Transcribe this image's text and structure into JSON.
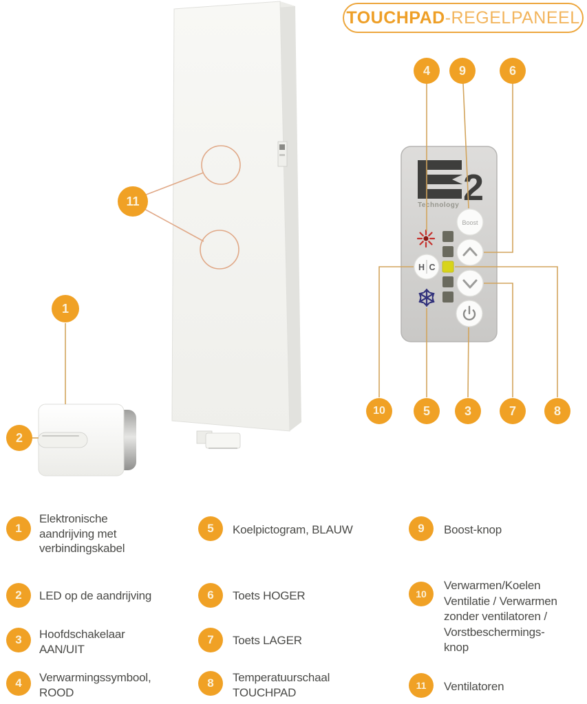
{
  "title": {
    "part_bold": "TOUCHPAD",
    "part_rest": "-REGELPANEEL"
  },
  "colors": {
    "accent_orange": "#F0A125",
    "callout_line": "#D2A45C",
    "fan_circle_stroke": "#E0A887",
    "led_yellow": "#D8D41A",
    "led_dark": "#6A6A5E",
    "heat_red": "#C5302C",
    "cool_blue": "#31317B",
    "legend_text": "#4A4A47",
    "panel_gray": "#D4D3D1"
  },
  "icons": {
    "heating": "sun-icon",
    "cooling": "snowflake-icon",
    "power": "power-icon",
    "up": "chevron-up-icon",
    "down": "chevron-down-icon",
    "fans": "fan-circle"
  },
  "touchpad": {
    "logo_number": "2",
    "logo_subtext": "Technology",
    "boost_label": "Boost",
    "hc_left": "H",
    "hc_right": "C"
  },
  "callouts": {
    "n1": "1",
    "n2": "2",
    "n3": "3",
    "n4": "4",
    "n5": "5",
    "n6": "6",
    "n7": "7",
    "n8": "8",
    "n9": "9",
    "n10": "10",
    "n11": "11"
  },
  "legend": {
    "items": [
      {
        "number": "1",
        "lines": [
          "Elektronische",
          "aandrijving met",
          "verbindingskabel"
        ]
      },
      {
        "number": "2",
        "lines": [
          "LED op de aandrijving"
        ]
      },
      {
        "number": "3",
        "lines": [
          "Hoofdschakelaar",
          "AAN/UIT"
        ]
      },
      {
        "number": "4",
        "lines": [
          "Verwarmingssymbool,",
          "ROOD"
        ]
      },
      {
        "number": "5",
        "lines": [
          "Koelpictogram, BLAUW"
        ]
      },
      {
        "number": "6",
        "lines": [
          "Toets HOGER"
        ]
      },
      {
        "number": "7",
        "lines": [
          "Toets LAGER"
        ]
      },
      {
        "number": "8",
        "lines": [
          "Temperatuurschaal",
          "TOUCHPAD"
        ]
      },
      {
        "number": "9",
        "lines": [
          "Boost-knop"
        ]
      },
      {
        "number": "10",
        "lines": [
          "Verwarmen/Koelen",
          "Ventilatie / Verwarmen",
          "zonder ventilatoren /",
          "Vorstbeschermings-",
          "knop"
        ]
      },
      {
        "number": "11",
        "lines": [
          "Ventilatoren"
        ]
      }
    ]
  }
}
